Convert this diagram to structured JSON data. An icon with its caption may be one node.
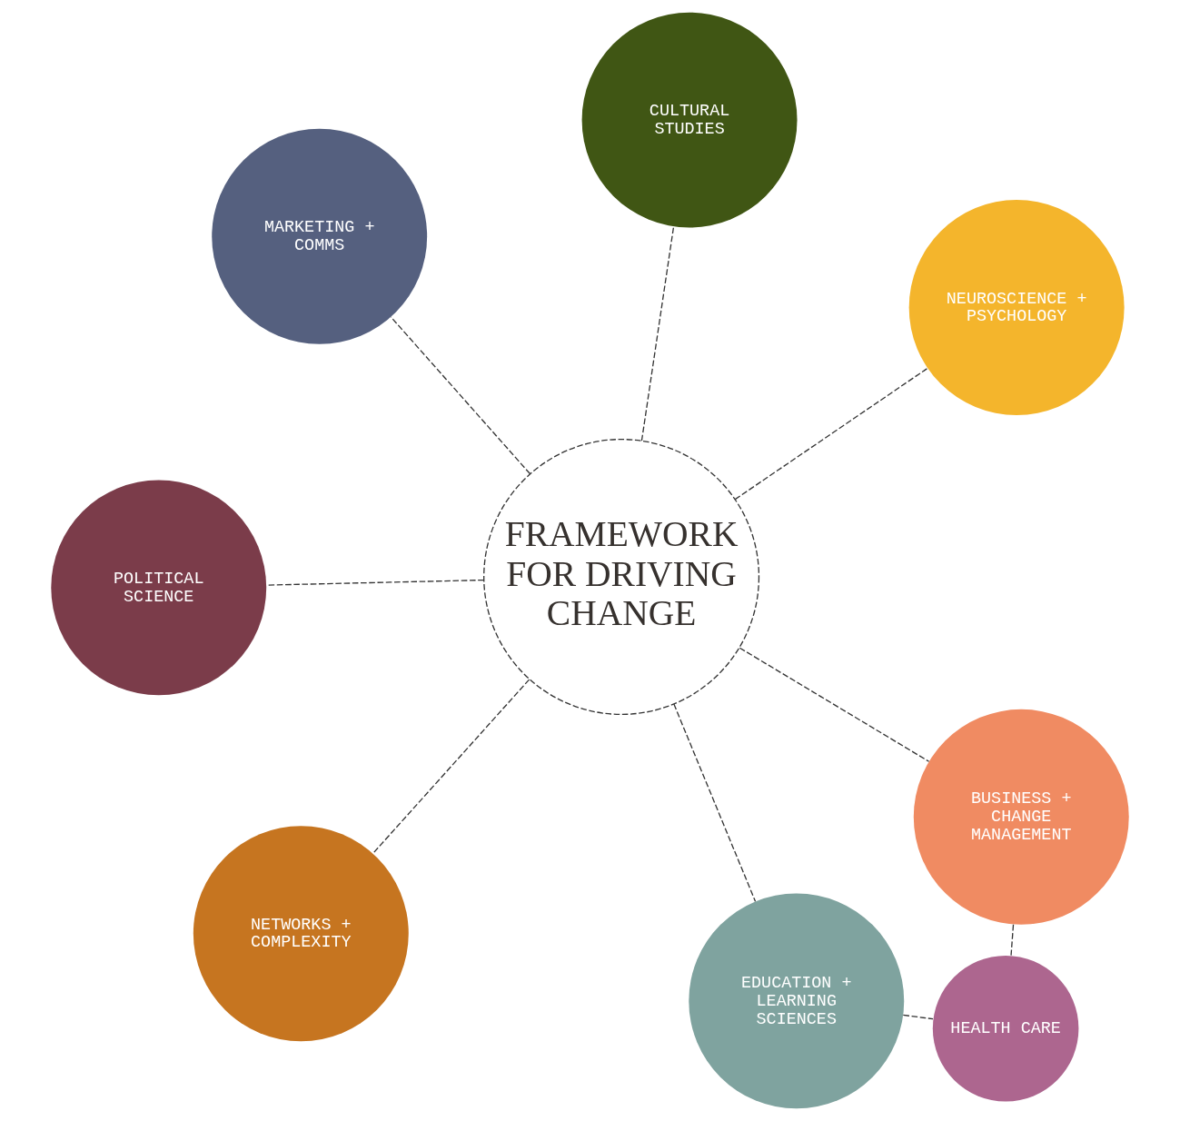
{
  "diagram": {
    "nodes": [
      {
        "text": [
          "FRAMEWORK FOR DRIVING CHANGE"
        ]
      },
      {
        "text": [
          "NEUROSCIENCE + PSYCHOLOGY"
        ]
      },
      {
        "text": [
          "NETWORKS + COMPLEXITY"
        ]
      },
      {
        "text": [
          "MARKETING + COMMS"
        ]
      },
      {
        "text": [
          "CULTURAL STUDIES"
        ]
      },
      {
        "text": [
          "EDUCATION + LEARNING SCIENCES"
        ]
      },
      {
        "text": [
          "POLITICAL SCIENCE"
        ]
      },
      {
        "text": [
          "BUSINESS + CHANGE MANAGEMENT"
        ]
      },
      {
        "text": [
          "HEALTH CARE"
        ]
      }
    ],
    "edges": [
      {
        "from": 0,
        "to": 1,
        "arrow": "none",
        "style": "dashed"
      },
      {
        "from": 0,
        "to": 2,
        "arrow": "none",
        "style": "dashed"
      },
      {
        "from": 0,
        "to": 3,
        "arrow": "none",
        "style": "dashed"
      },
      {
        "from": 0,
        "to": 4,
        "arrow": "none",
        "style": "dashed"
      },
      {
        "from": 0,
        "to": 5,
        "arrow": "none",
        "style": "dashed"
      },
      {
        "from": 0,
        "to": 6,
        "arrow": "none",
        "style": "dashed"
      },
      {
        "from": 0,
        "to": 7,
        "arrow": "none",
        "style": "dashed"
      },
      {
        "from": 5,
        "to": 8,
        "arrow": "none",
        "style": "dashed"
      },
      {
        "from": 7,
        "to": 8,
        "arrow": "none",
        "style": "dashed"
      }
    ]
  }
}
